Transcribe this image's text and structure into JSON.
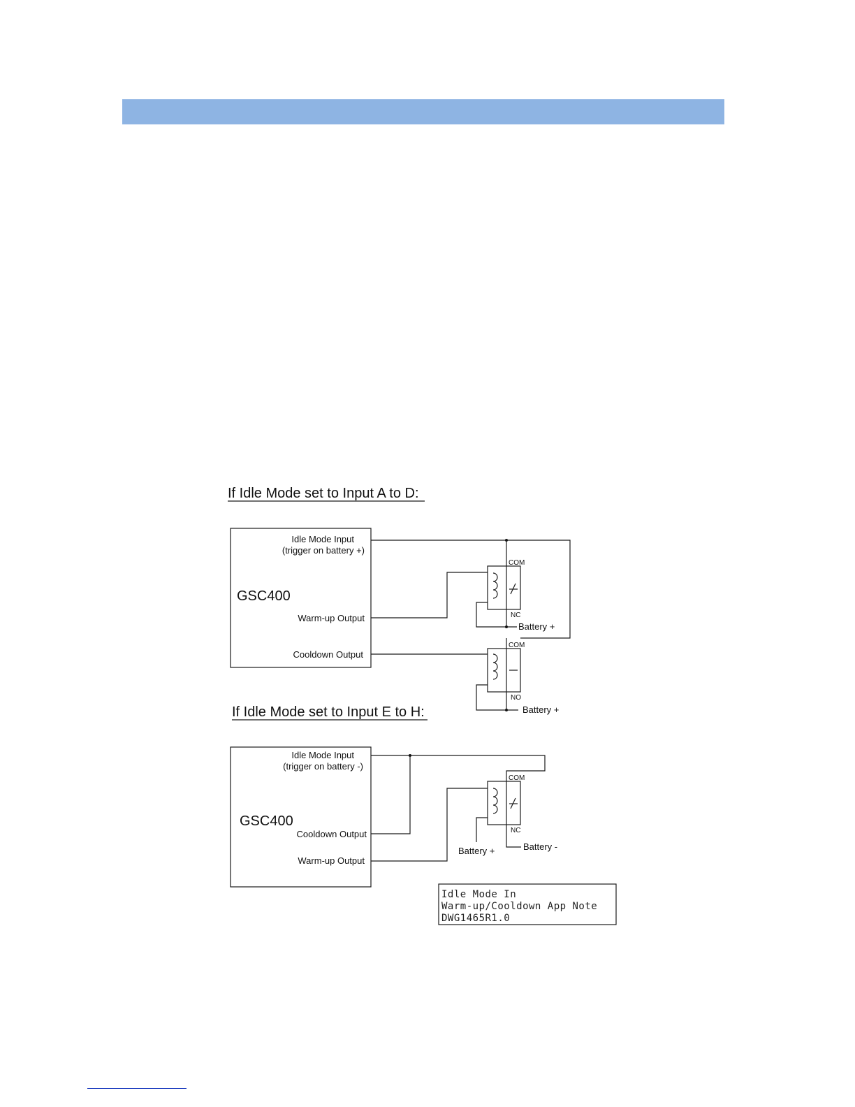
{
  "colors": {
    "header_bar": "#8eb4e3",
    "footer_rule": "#1f3fbf"
  },
  "diagram_a": {
    "heading": "If Idle Mode set to Input A to D:",
    "controller": "GSC400",
    "idle_input_line1": "Idle Mode Input",
    "idle_input_line2": "(trigger on battery +)",
    "warmup_output": "Warm-up Output",
    "cooldown_output": "Cooldown Output",
    "relay1": {
      "com": "COM",
      "contact": "NC",
      "supply": "Battery +"
    },
    "relay2": {
      "com": "COM",
      "contact": "NO",
      "supply": "Battery +"
    }
  },
  "diagram_b": {
    "heading": "If Idle Mode set to Input E to H:",
    "controller": "GSC400",
    "idle_input_line1": "Idle Mode Input",
    "idle_input_line2": "(trigger on battery -)",
    "cooldown_output": "Cooldown Output",
    "warmup_output": "Warm-up Output",
    "relay": {
      "com": "COM",
      "contact": "NC",
      "supply_pos": "Battery +",
      "supply_neg": "Battery -"
    }
  },
  "title_block": {
    "line1": "Idle Mode In",
    "line2": "Warm-up/Cooldown App Note",
    "line3": "DWG1465R1.0"
  }
}
